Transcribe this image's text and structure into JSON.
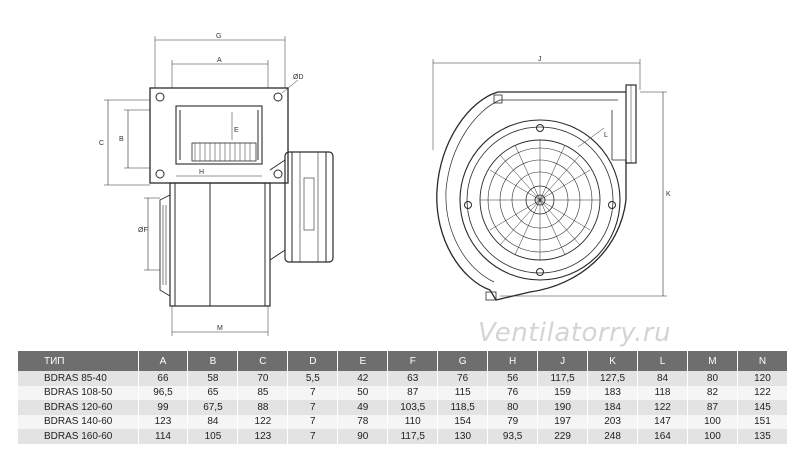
{
  "drawing": {
    "side_view_labels": {
      "g": "G",
      "a": "A",
      "c": "C",
      "b": "B",
      "d": "ØD",
      "e": "E",
      "h": "H",
      "f": "ØF",
      "m": "M"
    },
    "front_view_labels": {
      "j": "J",
      "k": "K",
      "l": "L"
    }
  },
  "watermark": "Ventilatorry.ru",
  "table": {
    "headers": [
      "ТИП",
      "A",
      "B",
      "C",
      "D",
      "E",
      "F",
      "G",
      "H",
      "J",
      "K",
      "L",
      "M",
      "N"
    ],
    "rows": [
      [
        "BDRAS 85-40",
        "66",
        "58",
        "70",
        "5,5",
        "42",
        "63",
        "76",
        "56",
        "117,5",
        "127,5",
        "84",
        "80",
        "120"
      ],
      [
        "BDRAS 108-50",
        "96,5",
        "65",
        "85",
        "7",
        "50",
        "87",
        "115",
        "76",
        "159",
        "183",
        "118",
        "82",
        "122"
      ],
      [
        "BDRAS 120-60",
        "99",
        "67,5",
        "88",
        "7",
        "49",
        "103,5",
        "118,5",
        "80",
        "190",
        "184",
        "122",
        "87",
        "145"
      ],
      [
        "BDRAS 140-60",
        "123",
        "84",
        "122",
        "7",
        "78",
        "110",
        "154",
        "79",
        "197",
        "203",
        "147",
        "100",
        "151"
      ],
      [
        "BDRAS 160-60",
        "114",
        "105",
        "123",
        "7",
        "90",
        "117,5",
        "130",
        "93,5",
        "229",
        "248",
        "164",
        "100",
        "135"
      ]
    ]
  }
}
